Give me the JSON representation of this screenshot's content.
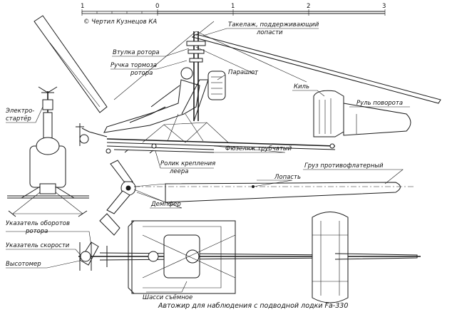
{
  "drawing": {
    "title": "Автожир для наблюдения с подводной лодки Fa-330",
    "credit": "© Чертил Кузнецов КА",
    "scale": {
      "ticks": [
        "1",
        "0",
        "1",
        "2",
        "3"
      ]
    },
    "labels": {
      "rigging_1": "Такелаж, поддерживающий",
      "rigging_2": "лопасти",
      "rotor_hub": "Втулка ротора",
      "rotor_brake_1": "Ручка тормоза",
      "rotor_brake_2": "ротора",
      "parachute": "Парашют",
      "fin": "Киль",
      "rudder": "Руль поворота",
      "starter_1": "Электро-",
      "starter_2": "стартёр",
      "fuselage": "Фюзеляж трубчатый",
      "roller_1": "Ролик крепления",
      "roller_2": "леера",
      "balance_weight": "Груз противофлатерный",
      "blade": "Лопасть",
      "damper": "Демпфер",
      "tacho_1": "Указатель оборотов",
      "tacho_2": "ротора",
      "airspeed": "Указатель скорости",
      "altimeter": "Высотомер",
      "chassis": "Шасси съёмное"
    }
  },
  "colors": {
    "ink": "#1a1a1a",
    "paper": "#ffffff"
  }
}
